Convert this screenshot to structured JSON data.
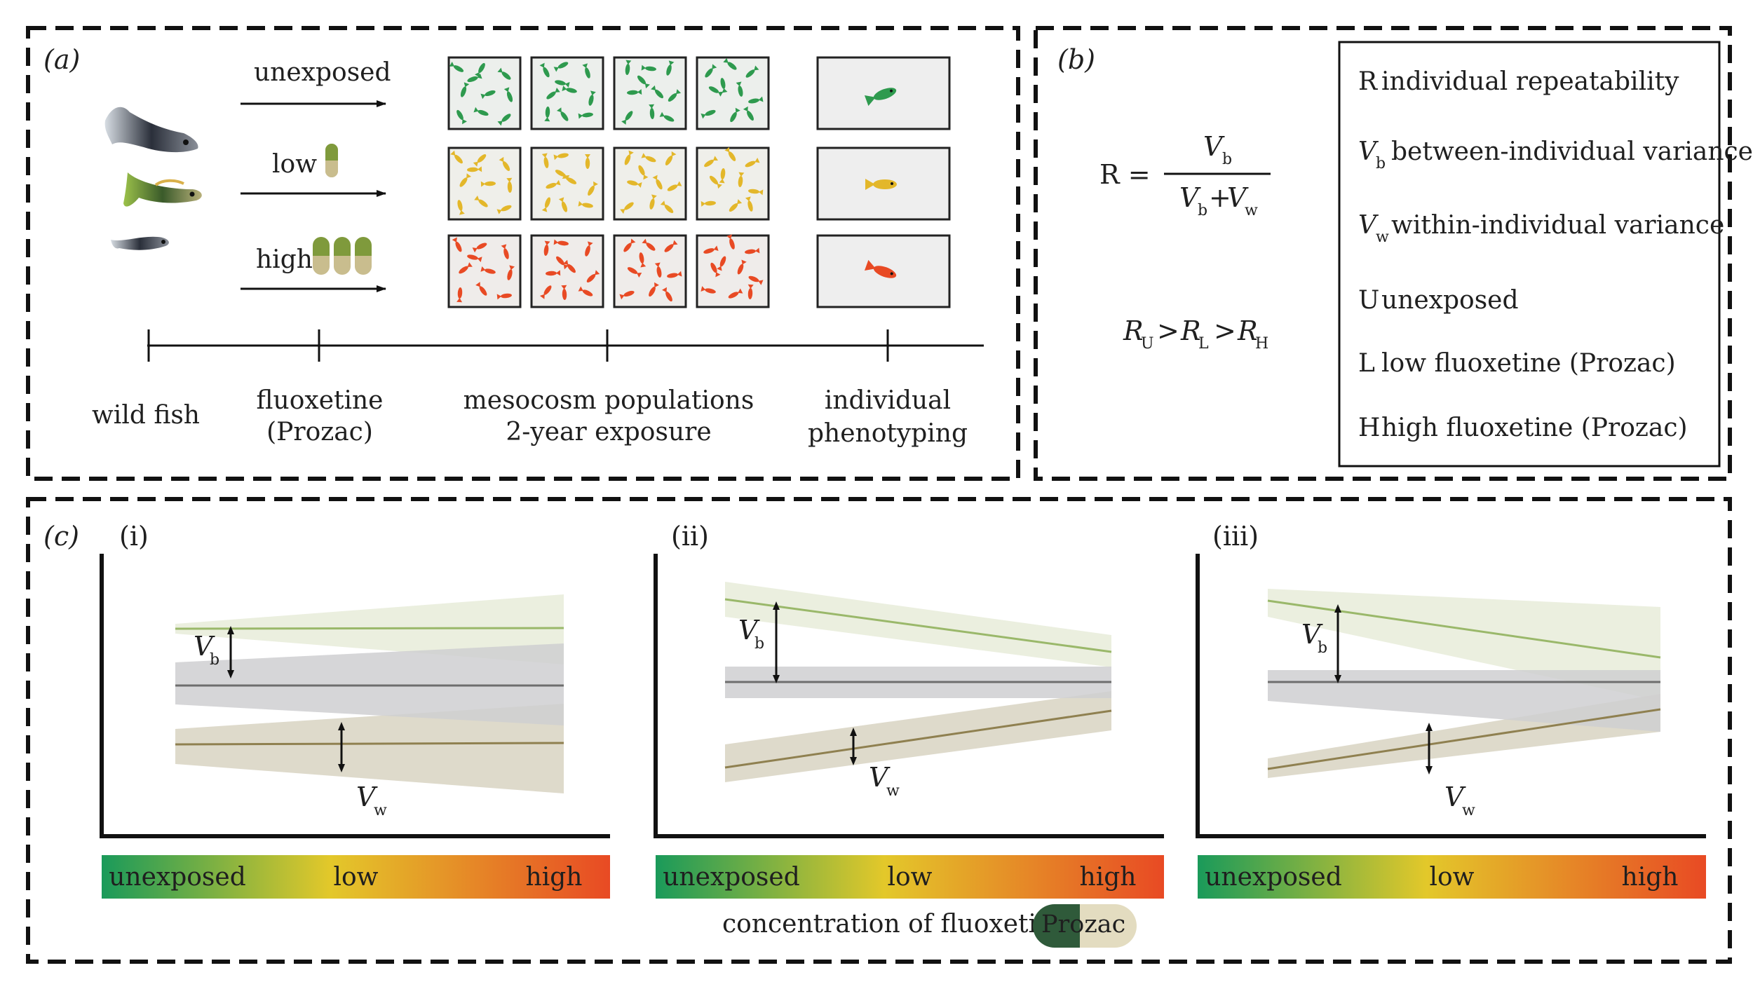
{
  "panel_a": {
    "label": "(a)",
    "treatments": [
      {
        "label": "unexposed",
        "pills": 0,
        "color": "#2e9a4e",
        "tank_bg": "#ecefec"
      },
      {
        "label": "low",
        "pills": 1,
        "color": "#e3b72a",
        "tank_bg": "#efefea"
      },
      {
        "label": "high",
        "pills": 3,
        "color": "#e84a24",
        "tank_bg": "#efecea"
      }
    ],
    "timeline": {
      "wild_fish": "wild fish",
      "fluoxetine_1": "fluoxetine",
      "fluoxetine_2": "(Prozac)",
      "mesocosm_1": "mesocosm populations",
      "mesocosm_2": "2-year exposure",
      "phenotyping_1": "individual",
      "phenotyping_2": "phenotyping"
    }
  },
  "panel_b": {
    "label": "(b)",
    "formula": {
      "lhs": "R =",
      "num_V": "V",
      "num_sub": "b",
      "den_V1": "V",
      "den_sub1": "b",
      "plus": "+",
      "den_V2": "V",
      "den_sub2": "w"
    },
    "inequality": {
      "R": "R",
      "s1": "U",
      "gt1": ">",
      "s2": "L",
      "gt2": ">",
      "s3": "H"
    },
    "legend": [
      {
        "sym": "R",
        "sub": "",
        "text": "individual repeatability",
        "italic": false
      },
      {
        "sym": "V",
        "sub": "b",
        "text": "between-individual variance",
        "italic": true
      },
      {
        "sym": "V",
        "sub": "w",
        "text": "within-individual variance",
        "italic": true
      },
      {
        "sym": "U",
        "sub": "",
        "text": "unexposed",
        "italic": false
      },
      {
        "sym": "L",
        "sub": "",
        "text": "low fluoxetine (Prozac)",
        "italic": false
      },
      {
        "sym": "H",
        "sub": "",
        "text": "high fluoxetine (Prozac)",
        "italic": false
      }
    ]
  },
  "panel_c": {
    "label": "(c)",
    "subpanels": [
      "(i)",
      "(ii)",
      "(iii)"
    ],
    "vb_label": "V",
    "vb_sub": "b",
    "vw_label": "V",
    "vw_sub": "w",
    "gradient_labels": [
      "unexposed",
      "low",
      "high"
    ],
    "gradient_colors": [
      "#1a9a5a",
      "#e3c82a",
      "#e84a24"
    ],
    "concentration_label": "concentration of fluoxetine",
    "pill_text": "Prozac",
    "colors": {
      "top_line": "#9ab86a",
      "mid_line": "#6e6e6e",
      "bottom_line": "#8f8050",
      "top_band": "#e7ecd9",
      "mid_band": "#cfcfd1",
      "bottom_band": "#d8d3c2"
    }
  }
}
